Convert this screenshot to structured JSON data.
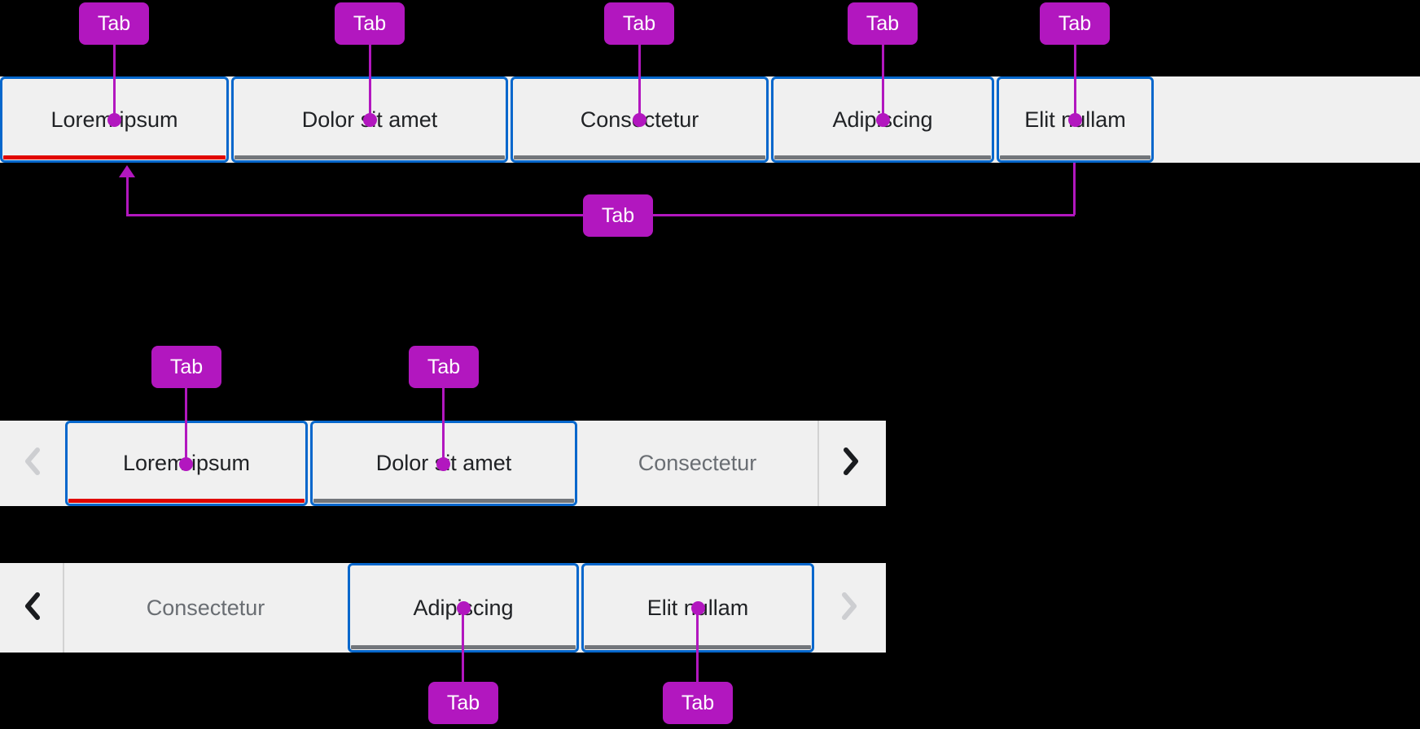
{
  "annotation": {
    "label": "Tab"
  },
  "icons": {
    "scroll_left": "angle-left-chevron",
    "scroll_right": "angle-right-chevron",
    "callout": "dot-connector"
  },
  "colors": {
    "annotation_magenta": "#b217bf",
    "tab_border_blue": "#0667cc",
    "active_indicator_red": "#e10600",
    "inactive_indicator_gray": "#72767b",
    "bar_background": "#f0f0f0",
    "page_background": "#000000",
    "label_text": "#202225",
    "muted_text": "#6a6e73",
    "divider": "#d2d2d2",
    "chevron": "#1a1c1f",
    "disabled_chevron": "#cdced1",
    "badge_text": "#ffffff"
  },
  "full_width_bar": {
    "tabs": [
      {
        "label": "Lorem ipsum",
        "active": true
      },
      {
        "label": "Dolor sit amet",
        "active": false
      },
      {
        "label": "Consectetur",
        "active": false
      },
      {
        "label": "Adipiscing",
        "active": false
      },
      {
        "label": "Elit nullam",
        "active": false
      }
    ]
  },
  "overflow_bar_start": {
    "left_scroll": {
      "disabled": true
    },
    "right_scroll": {
      "disabled": false
    },
    "tabs": [
      {
        "label": "Lorem ipsum",
        "active": true
      },
      {
        "label": "Dolor sit amet",
        "active": false
      }
    ],
    "partial_tab": {
      "label": "Consectetur"
    }
  },
  "overflow_bar_end": {
    "left_scroll": {
      "disabled": false
    },
    "right_scroll": {
      "disabled": true
    },
    "partial_tab": {
      "label": "Consectetur"
    },
    "tabs": [
      {
        "label": "Adipiscing",
        "active": false
      },
      {
        "label": "Elit nullam",
        "active": false
      }
    ]
  }
}
